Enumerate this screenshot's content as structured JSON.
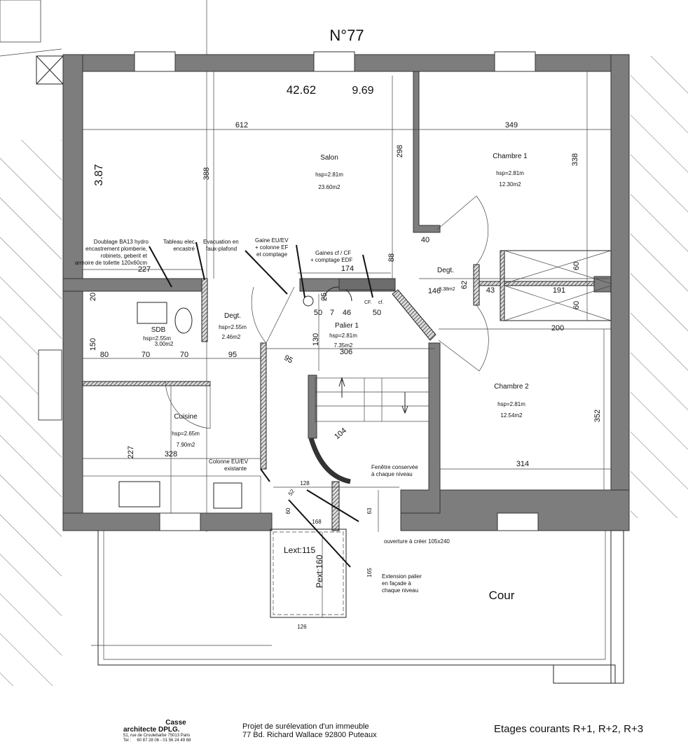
{
  "title": "N°77",
  "header_numbers": {
    "area": "42.62",
    "other": "9.69",
    "side": "3.87"
  },
  "rooms": {
    "salon": {
      "name": "Salon",
      "hsp": "hsp=2.81m",
      "area": "23.60m2"
    },
    "chambre1": {
      "name": "Chambre 1",
      "hsp": "hsp=2.81m",
      "area": "12.30m2"
    },
    "chambre2": {
      "name": "Chambre 2",
      "hsp": "hsp=2.81m",
      "area": "12.54m2"
    },
    "sdb": {
      "name": "SDB",
      "hsp": "hsp=2.55m",
      "area": "3.00m2"
    },
    "degt1": {
      "name": "Degt.",
      "hsp": "hsp=2.55m",
      "area": "2.46m2"
    },
    "degt2": {
      "name": "Degt.",
      "area": "3.38m2"
    },
    "palier": {
      "name": "Palier 1",
      "hsp": "hsp=2.81m",
      "area": "7.35m2"
    },
    "cuisine": {
      "name": "Cuisine",
      "hsp": "hsp=2.65m",
      "area": "7.90m2"
    },
    "cour": {
      "name": "Cour"
    }
  },
  "annotations": {
    "doublage": [
      "Doublage BA13 hydro",
      "encastrement plomberie,",
      "robinets, geberit et",
      "armoire de toilette 120x60cm"
    ],
    "tableau": [
      "Tableau elec.",
      "encastré"
    ],
    "evacuation": [
      "Evacuation en",
      "faux-plafond"
    ],
    "gaine_eu": [
      "Gaine EU/EV",
      "+ colonne EF",
      "et comptage"
    ],
    "gaines_cf": [
      "Gaines cf / CF",
      "+ comptage EDF"
    ],
    "colonne": [
      "Colonne EU/EV",
      "existante"
    ],
    "fenetre": [
      "Fenêtre conservée",
      "à chaque niveau"
    ],
    "ouverture": "ouverture à créer 105x240",
    "extension": [
      "Extension palier",
      "en façade à",
      "chaque niveau"
    ],
    "cf_labels": [
      "CF.",
      "cf."
    ],
    "lext": "Lext:115",
    "pext": "Pext:160"
  },
  "dimensions": {
    "d612": "612",
    "d349": "349",
    "d298": "298",
    "d338": "338",
    "d388": "388",
    "d227a": "227",
    "d174": "174",
    "d88": "88",
    "d40": "40",
    "d62": "62",
    "d146": "146",
    "d43": "43",
    "d191": "191",
    "d60a": "60",
    "d60b": "60",
    "d200": "200",
    "d20": "20",
    "d150": "150",
    "d80": "80",
    "d70a": "70",
    "d70b": "70",
    "d95a": "95",
    "d130": "130",
    "d95b": "95",
    "d306": "306",
    "d50a": "50",
    "d7": "7",
    "d46": "46",
    "d50b": "50",
    "d25": "25",
    "d104": "104",
    "d352": "352",
    "d314": "314",
    "d227b": "227",
    "d328": "328",
    "d128": "128",
    "d52": "52",
    "d60c": "60",
    "d63": "63",
    "d168": "168",
    "d165": "165",
    "d126": "126"
  },
  "footer": {
    "architect_name": "Casse",
    "architect_title": "architecte DPLG.",
    "address": "51, rue de Croulebarbe 75013 Paris",
    "tel": "Tel :     60 87 28 06 - 01 56 24 49 68",
    "project_line1": "Projet de surélevation d'un immeuble",
    "project_line2": "77 Bd. Richard Wallace 92800 Puteaux",
    "levels": "Etages courants R+1, R+2, R+3"
  }
}
